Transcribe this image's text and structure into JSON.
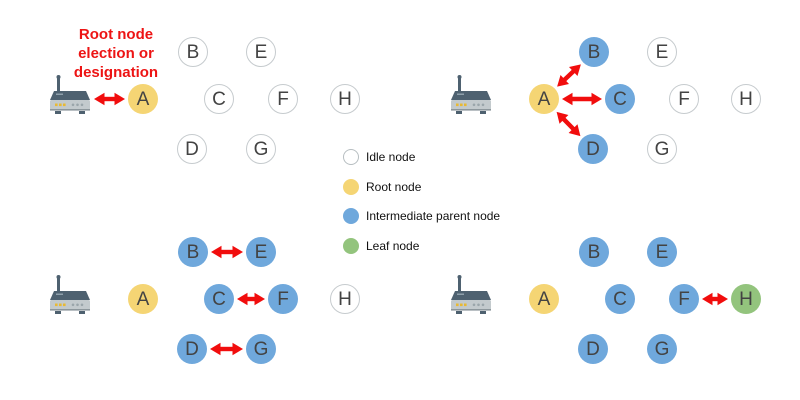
{
  "background": "#ffffff",
  "colors": {
    "idle": "#ffffff",
    "root": "#f5d574",
    "intermediate": "#6fa8dc",
    "leaf": "#93c47d",
    "arrow": "#f10d0d",
    "annotation": "#ed1414",
    "letter": "#434343",
    "idle_border": "#c6cbce"
  },
  "annotation": {
    "lines": [
      "Root node",
      "election or",
      "designation"
    ]
  },
  "legend": {
    "items": [
      {
        "type": "idle",
        "label": "Idle node"
      },
      {
        "type": "root",
        "label": "Root node"
      },
      {
        "type": "intermediate",
        "label": "Intermediate parent node"
      },
      {
        "type": "leaf",
        "label": "Leaf node"
      }
    ]
  },
  "panels": {
    "p1": {
      "title": "root-node-election-or-designation",
      "nodes": {
        "A": {
          "label": "A",
          "type": "root"
        },
        "B": {
          "label": "B",
          "type": "idle"
        },
        "C": {
          "label": "C",
          "type": "idle"
        },
        "D": {
          "label": "D",
          "type": "idle"
        },
        "E": {
          "label": "E",
          "type": "idle"
        },
        "F": {
          "label": "F",
          "type": "idle"
        },
        "G": {
          "label": "G",
          "type": "idle"
        },
        "H": {
          "label": "H",
          "type": "idle"
        }
      },
      "links": [
        [
          "router",
          "A"
        ]
      ]
    },
    "p2": {
      "title": "second-layer-formation",
      "nodes": {
        "A": {
          "label": "A",
          "type": "root"
        },
        "B": {
          "label": "B",
          "type": "intermediate"
        },
        "C": {
          "label": "C",
          "type": "intermediate"
        },
        "D": {
          "label": "D",
          "type": "intermediate"
        },
        "E": {
          "label": "E",
          "type": "idle"
        },
        "F": {
          "label": "F",
          "type": "idle"
        },
        "G": {
          "label": "G",
          "type": "idle"
        },
        "H": {
          "label": "H",
          "type": "idle"
        }
      },
      "links": [
        [
          "A",
          "B"
        ],
        [
          "A",
          "C"
        ],
        [
          "A",
          "D"
        ]
      ]
    },
    "p3": {
      "title": "third-layer-formation",
      "nodes": {
        "A": {
          "label": "A",
          "type": "root"
        },
        "B": {
          "label": "B",
          "type": "intermediate"
        },
        "C": {
          "label": "C",
          "type": "intermediate"
        },
        "D": {
          "label": "D",
          "type": "intermediate"
        },
        "E": {
          "label": "E",
          "type": "intermediate"
        },
        "F": {
          "label": "F",
          "type": "intermediate"
        },
        "G": {
          "label": "G",
          "type": "intermediate"
        },
        "H": {
          "label": "H",
          "type": "idle"
        }
      },
      "links": [
        [
          "B",
          "E"
        ],
        [
          "C",
          "F"
        ],
        [
          "D",
          "G"
        ]
      ]
    },
    "p4": {
      "title": "leaf-node-connection",
      "nodes": {
        "A": {
          "label": "A",
          "type": "root"
        },
        "B": {
          "label": "B",
          "type": "intermediate"
        },
        "C": {
          "label": "C",
          "type": "intermediate"
        },
        "D": {
          "label": "D",
          "type": "intermediate"
        },
        "E": {
          "label": "E",
          "type": "intermediate"
        },
        "F": {
          "label": "F",
          "type": "intermediate"
        },
        "G": {
          "label": "G",
          "type": "intermediate"
        },
        "H": {
          "label": "H",
          "type": "leaf"
        }
      },
      "links": [
        [
          "F",
          "H"
        ]
      ]
    }
  }
}
